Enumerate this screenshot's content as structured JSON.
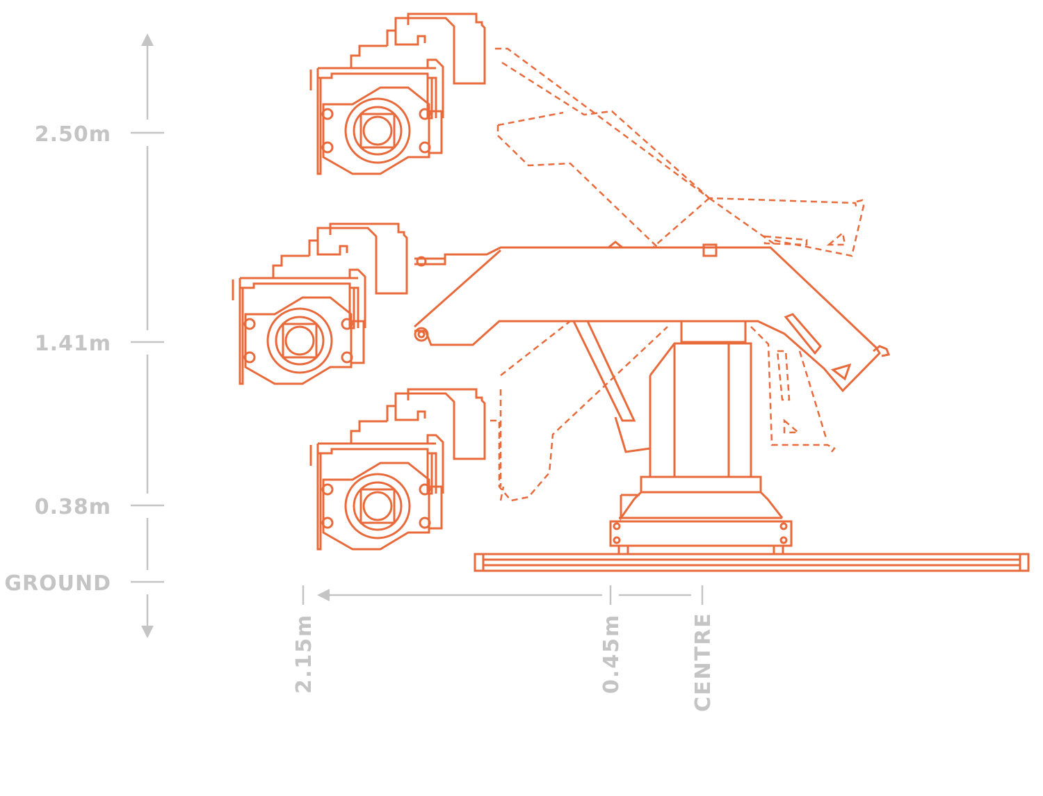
{
  "colors": {
    "rig": "#e8693a",
    "dimension": "#c4c4c4",
    "background": "#ffffff"
  },
  "vertical_axis": {
    "labels": [
      "2.50m",
      "1.41m",
      "0.38m",
      "GROUND"
    ]
  },
  "horizontal_axis": {
    "labels": [
      "2.15m",
      "0.45m",
      "CENTRE"
    ]
  }
}
